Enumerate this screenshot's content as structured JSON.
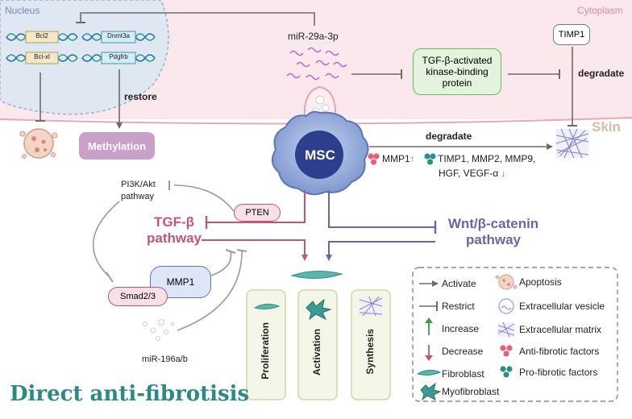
{
  "regions": {
    "nucleus": "Nucleus",
    "cytoplasm": "Cytoplasm",
    "skin": "Skin"
  },
  "genes": {
    "bcl2": "Bcl2",
    "bclxl": "Bcl-xl",
    "dnmt3a": "Dnmt3a",
    "pdgfrb": "Pdgfrb"
  },
  "labels": {
    "mirna_29": "miR-29a-3p",
    "restore": "restore",
    "methylation": "Methylation",
    "tak_binding": "TGF-β-activated kinase-binding protein",
    "timp1_top": "TIMP1",
    "degradate_right": "degradate",
    "degradate_mid": "degradate",
    "msc": "MSC",
    "factors_line1": "MMP1",
    "factors_up": "↑",
    "factors_line1b": "TIMP1, MMP2, MMP9,",
    "factors_line2": "HGF, VEGF-α",
    "factors_down": "↓",
    "pi3k": "PI3K/Akt pathway",
    "pten": "PTEN",
    "tgfb": "TGF-β pathway",
    "wnt": "Wnt/β-catenin pathway",
    "mmp1": "MMP1",
    "smad": "Smad2/3",
    "mirna_196": "miR-196a/b",
    "proliferation": "Proliferation",
    "activation": "Activation",
    "synthesis": "Synthesis",
    "footer": "Direct anti-fibrotisis"
  },
  "legend": {
    "items": [
      {
        "label": "Activate",
        "icon": "arrow-activate"
      },
      {
        "label": "Restrict",
        "icon": "arrow-restrict"
      },
      {
        "label": "Increase",
        "icon": "arrow-increase"
      },
      {
        "label": "Decrease",
        "icon": "arrow-decrease"
      },
      {
        "label": "Fibroblast",
        "icon": "fibroblast"
      },
      {
        "label": "Myofibroblast",
        "icon": "myofibroblast"
      },
      {
        "label": "Apoptosis",
        "icon": "apoptosis"
      },
      {
        "label": "Extracellular vesicle",
        "icon": "vesicle"
      },
      {
        "label": "Extracellular matrix",
        "icon": "matrix"
      },
      {
        "label": "Anti-fibrotic factors",
        "icon": "anti-fibrotic-dots"
      },
      {
        "label": "Pro-fibrotic factors",
        "icon": "pro-fibrotic-dots"
      }
    ]
  },
  "colors": {
    "pink_path": "#c2567a",
    "purple_path": "#6f62a8",
    "arrow_gray": "#6b6b6b",
    "teal": "#3e9c97",
    "footer_teal": "#2b8a84",
    "pink_band": "#fbe7ec",
    "nucleus_fill": "#dce6f4",
    "msc_fill": "#8fa8d8",
    "msc_core": "#2c3e8c",
    "methylation_fill": "#c9a1c8",
    "box_green": "#e3f3dd",
    "box_green_border": "#6cb85c",
    "panel_fill": "#f4f6e8",
    "panel_border": "#cfd8a6"
  }
}
